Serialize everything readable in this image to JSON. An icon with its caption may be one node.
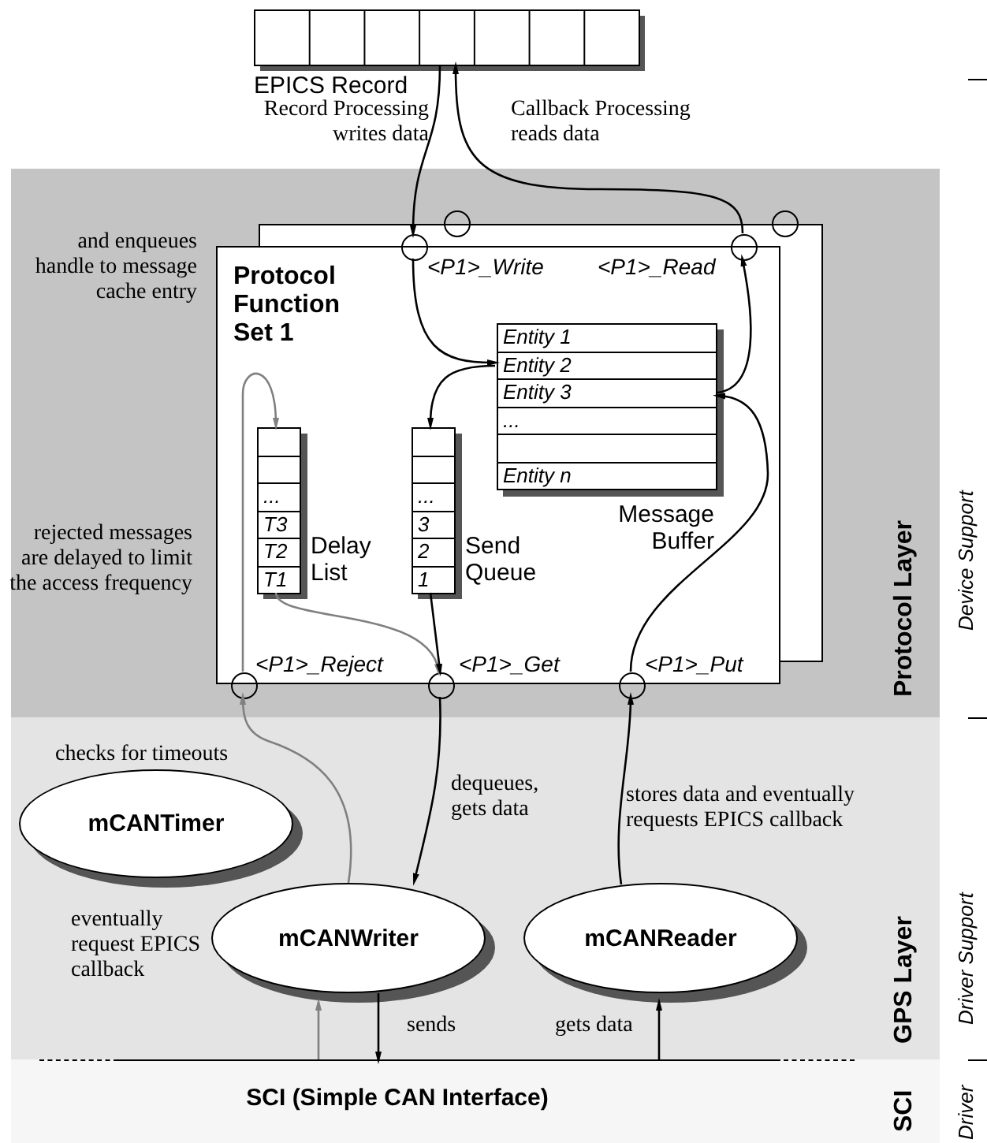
{
  "diagram": {
    "nodes": [
      {
        "text": [
          "EPICS Record"
        ]
      },
      {
        "text": [
          "Protocol Layer"
        ]
      },
      {
        "text": [
          "Protocol Function Set 1"
        ],
        "in": 1
      },
      {
        "text": [
          "<P1>_Write"
        ],
        "in": 2
      },
      {
        "text": [
          "<P1>_Read"
        ],
        "in": 2
      },
      {
        "text": [
          "Message Buffer"
        ],
        "in": 2
      },
      {
        "text": [
          "Entity 1"
        ],
        "in": 5
      },
      {
        "text": [
          "Entity 2"
        ],
        "in": 5
      },
      {
        "text": [
          "Entity 3"
        ],
        "in": 5
      },
      {
        "text": [
          "..."
        ],
        "in": 5
      },
      {
        "text": [],
        "shape": "box",
        "in": 5
      },
      {
        "text": [
          "Entity n"
        ],
        "in": 5
      },
      {
        "text": [
          "...",
          "T3",
          "T2",
          "T1",
          "Delay List"
        ],
        "in": 2
      },
      {
        "text": [
          "...",
          "3",
          "2",
          "1",
          "Send Queue"
        ],
        "in": 2
      },
      {
        "text": [
          "<P1>_Reject"
        ],
        "in": 2
      },
      {
        "text": [
          "<P1>_Get"
        ],
        "in": 2
      },
      {
        "text": [
          "<P1>_Put"
        ],
        "in": 2
      },
      {
        "text": [
          "GPS Layer"
        ]
      },
      {
        "text": [
          "mCANTimer"
        ],
        "in": 17
      },
      {
        "text": [
          "mCANWriter"
        ],
        "in": 17
      },
      {
        "text": [
          "mCANReader"
        ],
        "in": 17
      },
      {
        "text": [
          "SCI (Simple CAN Interface)",
          "SCI"
        ]
      },
      {
        "text": [],
        "shape": "circle",
        "in": 1
      },
      {
        "text": [],
        "shape": "circle",
        "in": 1
      }
    ],
    "edges": [
      {
        "from": 0,
        "to": 3,
        "arrow": "to",
        "label": "Record Processing writes data"
      },
      {
        "from": 4,
        "to": 0,
        "arrow": "to",
        "label": "Callback Processing reads data"
      },
      {
        "from": 3,
        "to": 7,
        "arrow": "to"
      },
      {
        "from": 7,
        "to": 13,
        "arrow": "to"
      },
      {
        "from": 8,
        "to": 4,
        "arrow": "to"
      },
      {
        "from": 16,
        "to": 8,
        "arrow": "to"
      },
      {
        "from": 14,
        "to": 12,
        "arrow": "to",
        "color": "#808080"
      },
      {
        "from": 12,
        "to": 15,
        "arrow": "to",
        "color": "#808080"
      },
      {
        "from": 13,
        "to": 15,
        "arrow": "to"
      },
      {
        "from": 15,
        "to": 19,
        "arrow": "to",
        "label": "dequeues, gets data"
      },
      {
        "from": 19,
        "to": 14,
        "arrow": "to",
        "color": "#808080"
      },
      {
        "from": 20,
        "to": 16,
        "arrow": "to",
        "label": "stores data and eventually requests EPICS callback"
      },
      {
        "from": 19,
        "to": 21,
        "arrow": "to",
        "label": "sends"
      },
      {
        "from": 21,
        "to": 19,
        "arrow": "to",
        "color": "#808080"
      },
      {
        "from": 21,
        "to": 20,
        "arrow": "to",
        "label": "gets data"
      }
    ],
    "labels": [
      "and enqueues handle to message cache entry",
      "rejected messages are delayed to limit the access frequency",
      "checks for timeouts",
      "eventually request EPICS callback",
      "Device Support",
      "Driver Support",
      "Driver"
    ]
  }
}
